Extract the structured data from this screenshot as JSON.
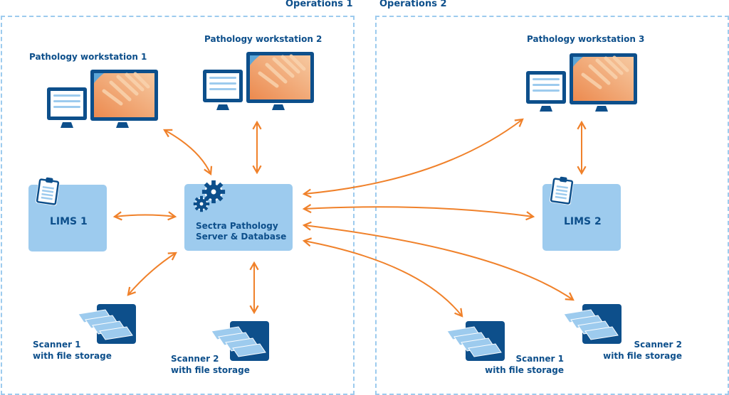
{
  "zones": [
    {
      "title": "Operations 1"
    },
    {
      "title": "Operations 2"
    }
  ],
  "workstations": [
    {
      "label": "Pathology workstation 1"
    },
    {
      "label": "Pathology workstation 2"
    },
    {
      "label": "Pathology workstation 3"
    }
  ],
  "server": {
    "line1": "Sectra Pathology",
    "line2": "Server & Database"
  },
  "lims": [
    {
      "label": "LIMS 1"
    },
    {
      "label": "LIMS 2"
    }
  ],
  "scanners": [
    {
      "line1": "Scanner 1",
      "line2": "with file storage"
    },
    {
      "line1": "Scanner 2",
      "line2": "with file storage"
    },
    {
      "line1": "Scanner 1",
      "line2": "with file storage"
    },
    {
      "line1": "Scanner 2",
      "line2": "with file storage"
    }
  ],
  "colors": {
    "accent_orange": "#f0812a",
    "dark_blue": "#0d4f8b",
    "light_blue": "#9dcbee",
    "dashed_border": "#9dcbee"
  }
}
